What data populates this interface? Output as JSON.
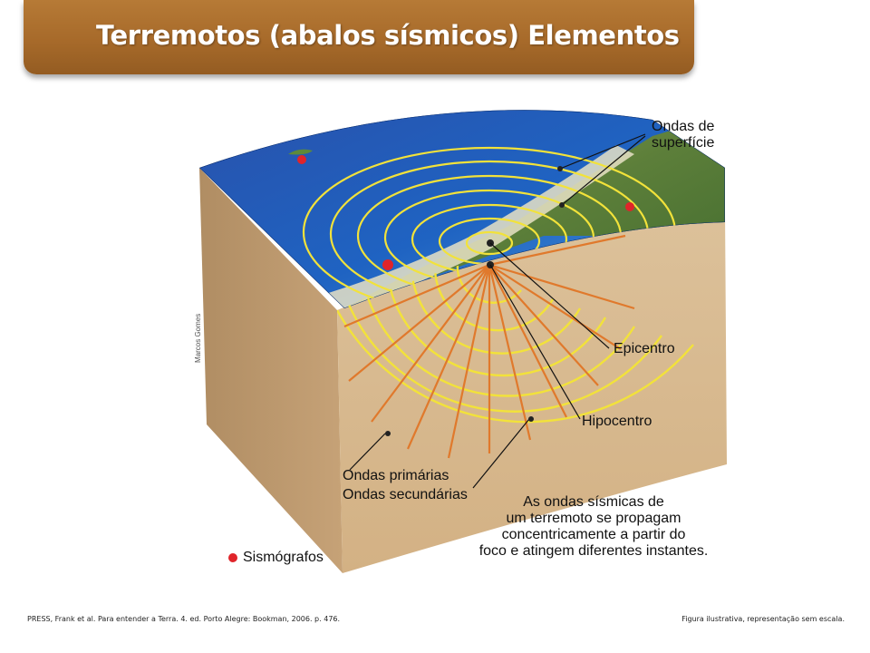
{
  "header": {
    "title": "Terremotos (abalos sísmicos) Elementos"
  },
  "labels": {
    "surface_waves": [
      "Ondas de",
      "superfície"
    ],
    "epicenter": "Epicentro",
    "hypocenter": "Hipocentro",
    "primary_waves": "Ondas primárias",
    "secondary_waves": "Ondas secundárias",
    "caption": [
      "As ondas sísmicas de",
      "um terremoto se propagam",
      "concentricamente a partir do",
      "foco e atingem diferentes instantes."
    ],
    "legend_seismographs": "Sismógrafos",
    "author_credit": "Marcos Gomes"
  },
  "footer": {
    "reference": "PRESS, Frank et al. Para entender a Terra. 4. ed. Porto Alegre: Bookman, 2006. p. 476.",
    "note": "Figura ilustrativa, representação sem escala."
  },
  "colors": {
    "header_brown": "#a76a2a",
    "ocean": "#1f56b0",
    "soil": "#d9b98f",
    "wave_yellow": "#f2e23a",
    "ray_orange": "#e0792c",
    "seismograph_red": "#e0242a"
  }
}
